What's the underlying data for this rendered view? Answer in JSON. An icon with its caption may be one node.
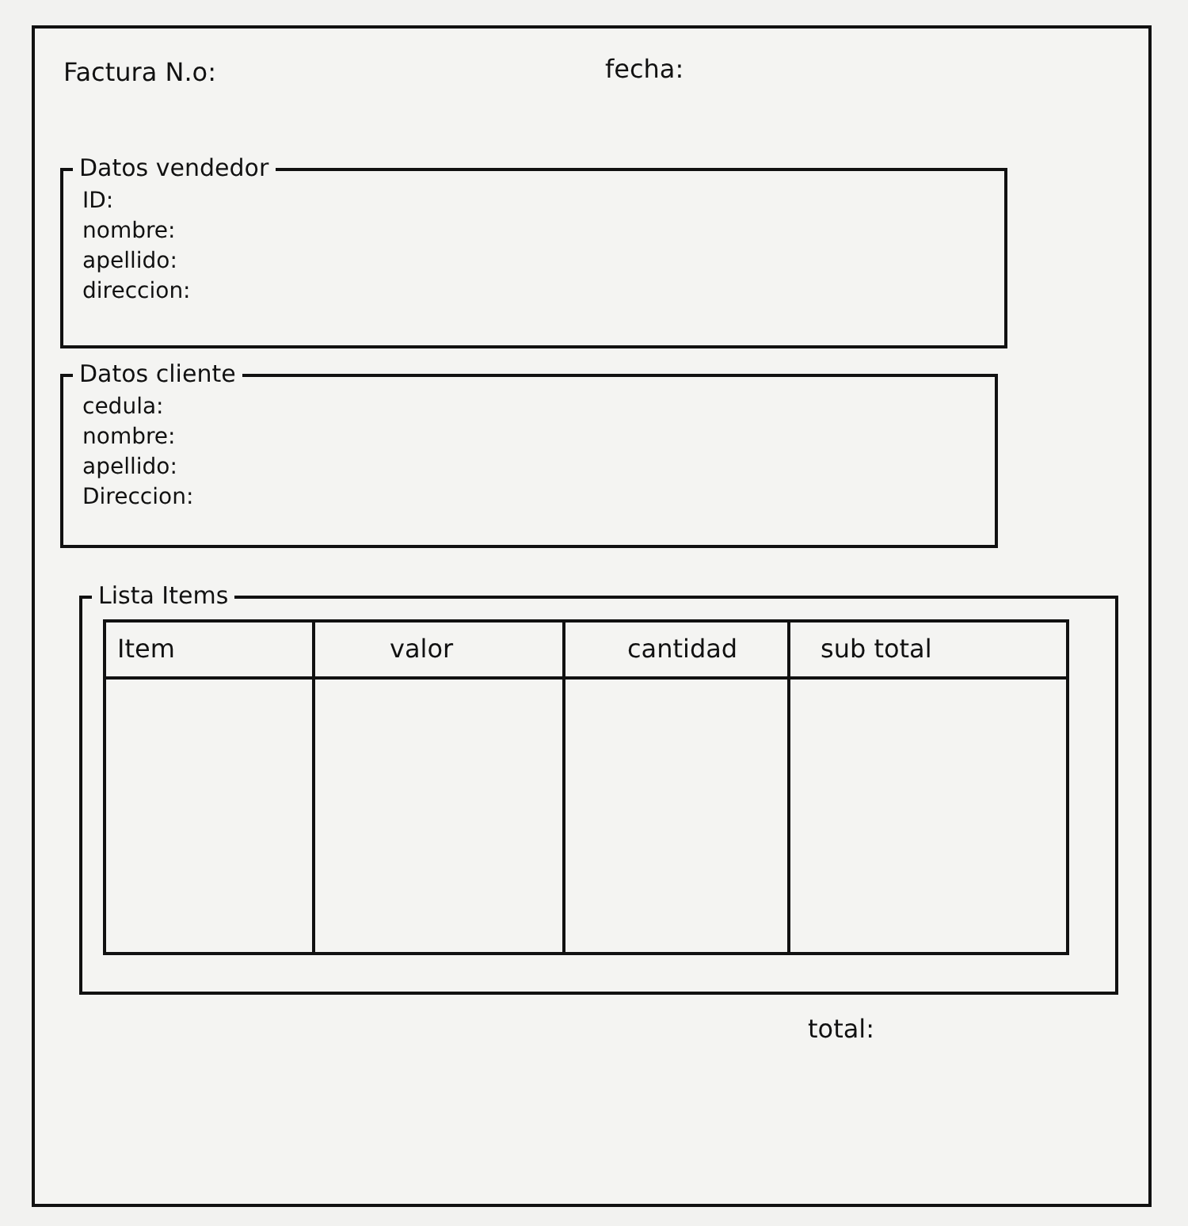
{
  "diagram": {
    "nodes": [
      {
        "text": [
          "Datos vendedor",
          "ID:",
          "nombre:",
          "apellido:",
          "direccion:"
        ]
      },
      {
        "text": [
          "Datos cliente",
          "cedula:",
          "nombre:",
          "apellido:",
          "Direccion:"
        ]
      },
      {
        "text": [
          "Lista Items"
        ]
      }
    ],
    "labels": [
      "Factura N.o:",
      "fecha:",
      "Item",
      "valor",
      "cantidad",
      "sub total",
      "total:"
    ]
  }
}
